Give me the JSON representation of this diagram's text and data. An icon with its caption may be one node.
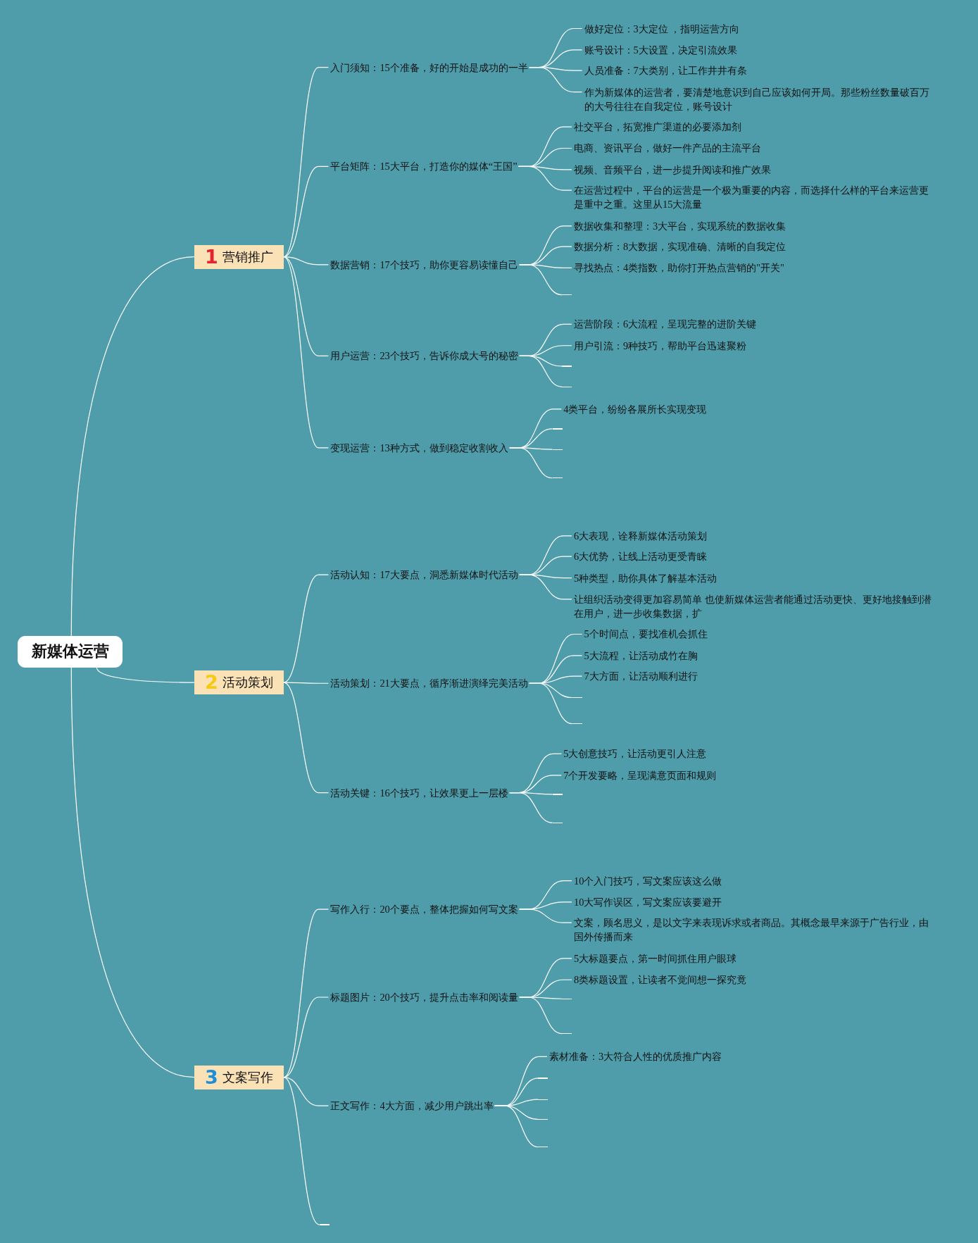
{
  "diagram": {
    "nodes": [
      {
        "text": [
          "新媒体运营"
        ]
      },
      {
        "text": [
          "1",
          "营销推广"
        ]
      },
      {
        "text": [
          "入门须知：15个准备，好的开始是成功的一半"
        ]
      },
      {
        "text": [
          "做好定位：3大定位 ，指明运营方向"
        ]
      },
      {
        "text": [
          "账号设计：5大设置，决定引流效果"
        ]
      },
      {
        "text": [
          "人员准备：7大类别，让工作井井有条"
        ]
      },
      {
        "text": [
          "作为新媒体的运营者，要清楚地意识到自己应该如何开局。那些粉丝数量破百万的大号往往在自我定位，账号设计"
        ]
      },
      {
        "text": [
          "平台矩阵：15大平台，打造你的媒体“王国”"
        ]
      },
      {
        "text": [
          "社交平台，拓宽推广渠道的必要添加剂"
        ]
      },
      {
        "text": [
          "电商、资讯平台，做好一件产品的主流平台"
        ]
      },
      {
        "text": [
          "视频、音频平台，进一步提升阅读和推广效果"
        ]
      },
      {
        "text": [
          "在运营过程中，平台的运营是一个极为重要的内容，而选择什么样的平台来运营更是重中之重。这里从15大流量"
        ]
      },
      {
        "text": [
          "数据营销：17个技巧，助你更容易读懂自己"
        ]
      },
      {
        "text": [
          "数据收集和整理：3大平台，实现系统的数据收集"
        ]
      },
      {
        "text": [
          "数据分析：8大数据，实现准确、清晰的自我定位"
        ]
      },
      {
        "text": [
          "寻找热点：4类指数，助你打开热点营销的\"开关\""
        ]
      },
      {
        "text": [
          "用户运营：23个技巧，告诉你成大号的秘密"
        ]
      },
      {
        "text": [
          "运营阶段：6大流程，呈现完整的进阶关键"
        ]
      },
      {
        "text": [
          "用户引流：9种技巧，帮助平台迅速聚粉"
        ]
      },
      {
        "text": [
          "变现运营：13种方式，做到稳定收割收入"
        ]
      },
      {
        "text": [
          "4类平台，纷纷各展所长实现变现"
        ]
      },
      {
        "text": [
          "2",
          "活动策划"
        ]
      },
      {
        "text": [
          "活动认知：17大要点，洞悉新媒体时代活动"
        ]
      },
      {
        "text": [
          "6大表现，诠释新媒体活动策划"
        ]
      },
      {
        "text": [
          "6大优势，让线上活动更受青睐"
        ]
      },
      {
        "text": [
          "5种类型，助你具体了解基本活动"
        ]
      },
      {
        "text": [
          "让组织活动变得更加容易简单 也使新媒体运营者能通过活动更快、更好地接触到潜在用户，进一步收集数据，扩"
        ]
      },
      {
        "text": [
          "活动策划：21大要点，循序渐进演绎完美活动"
        ]
      },
      {
        "text": [
          "5个时间点，要找准机会抓住"
        ]
      },
      {
        "text": [
          "5大流程，让活动成竹在胸"
        ]
      },
      {
        "text": [
          "7大方面，让活动顺利进行"
        ]
      },
      {
        "text": [
          "活动关键：16个技巧，让效果更上一层楼"
        ]
      },
      {
        "text": [
          "5大创意技巧，让活动更引人注意"
        ]
      },
      {
        "text": [
          "7个开发要略，呈现满意页面和规则"
        ]
      },
      {
        "text": [
          "3",
          "文案写作"
        ]
      },
      {
        "text": [
          "写作入行：20个要点，整体把握如何写文案"
        ]
      },
      {
        "text": [
          "10个入门技巧，写文案应该这么做"
        ]
      },
      {
        "text": [
          "10大写作误区，写文案应该要避开"
        ]
      },
      {
        "text": [
          "文案，顾名思义，是以文字来表现诉求或者商品。其概念最早来源于广告行业，由国外传播而来"
        ]
      },
      {
        "text": [
          "标题图片：20个技巧，提升点击率和阅读量"
        ]
      },
      {
        "text": [
          "5大标题要点，第一时间抓住用户眼球"
        ]
      },
      {
        "text": [
          "8类标题设置，让读者不觉间想一探究竟"
        ]
      },
      {
        "text": [
          "正文写作：4大方面，减少用户跳出率"
        ]
      },
      {
        "text": [
          "素材准备：3大符合人性的优质推广内容"
        ]
      },
      {
        "text": [],
        "shape": "line"
      },
      {
        "text": [],
        "shape": "line"
      },
      {
        "text": [],
        "shape": "line"
      },
      {
        "text": [],
        "shape": "line"
      },
      {
        "text": [],
        "shape": "line"
      },
      {
        "text": [],
        "shape": "line"
      },
      {
        "text": [],
        "shape": "line"
      },
      {
        "text": [],
        "shape": "line"
      },
      {
        "text": [],
        "shape": "line"
      },
      {
        "text": [],
        "shape": "line"
      },
      {
        "text": [],
        "shape": "line"
      },
      {
        "text": [],
        "shape": "line"
      },
      {
        "text": [],
        "shape": "line"
      },
      {
        "text": [],
        "shape": "line"
      },
      {
        "text": [],
        "shape": "line"
      },
      {
        "text": [],
        "shape": "line"
      },
      {
        "text": [],
        "shape": "line"
      }
    ],
    "edges": [
      {
        "from": 0,
        "to": 1,
        "arrow": "none"
      },
      {
        "from": 0,
        "to": 21,
        "arrow": "none"
      },
      {
        "from": 0,
        "to": 34,
        "arrow": "none"
      },
      {
        "from": 1,
        "to": 2,
        "arrow": "none"
      },
      {
        "from": 1,
        "to": 7,
        "arrow": "none"
      },
      {
        "from": 1,
        "to": 12,
        "arrow": "none"
      },
      {
        "from": 1,
        "to": 16,
        "arrow": "none"
      },
      {
        "from": 1,
        "to": 19,
        "arrow": "none"
      },
      {
        "from": 2,
        "to": 3,
        "arrow": "none"
      },
      {
        "from": 2,
        "to": 4,
        "arrow": "none"
      },
      {
        "from": 2,
        "to": 5,
        "arrow": "none"
      },
      {
        "from": 2,
        "to": 6,
        "arrow": "none"
      },
      {
        "from": 7,
        "to": 8,
        "arrow": "none"
      },
      {
        "from": 7,
        "to": 9,
        "arrow": "none"
      },
      {
        "from": 7,
        "to": 10,
        "arrow": "none"
      },
      {
        "from": 7,
        "to": 11,
        "arrow": "none"
      },
      {
        "from": 12,
        "to": 13,
        "arrow": "none"
      },
      {
        "from": 12,
        "to": 14,
        "arrow": "none"
      },
      {
        "from": 12,
        "to": 15,
        "arrow": "none"
      },
      {
        "from": 12,
        "to": 44,
        "arrow": "none"
      },
      {
        "from": 16,
        "to": 17,
        "arrow": "none"
      },
      {
        "from": 16,
        "to": 18,
        "arrow": "none"
      },
      {
        "from": 16,
        "to": 45,
        "arrow": "none"
      },
      {
        "from": 16,
        "to": 46,
        "arrow": "none"
      },
      {
        "from": 19,
        "to": 20,
        "arrow": "none"
      },
      {
        "from": 19,
        "to": 47,
        "arrow": "none"
      },
      {
        "from": 19,
        "to": 48,
        "arrow": "none"
      },
      {
        "from": 19,
        "to": 49,
        "arrow": "none"
      },
      {
        "from": 21,
        "to": 22,
        "arrow": "none"
      },
      {
        "from": 21,
        "to": 27,
        "arrow": "none"
      },
      {
        "from": 21,
        "to": 31,
        "arrow": "none"
      },
      {
        "from": 22,
        "to": 23,
        "arrow": "none"
      },
      {
        "from": 22,
        "to": 24,
        "arrow": "none"
      },
      {
        "from": 22,
        "to": 25,
        "arrow": "none"
      },
      {
        "from": 22,
        "to": 26,
        "arrow": "none"
      },
      {
        "from": 27,
        "to": 28,
        "arrow": "none"
      },
      {
        "from": 27,
        "to": 29,
        "arrow": "none"
      },
      {
        "from": 27,
        "to": 30,
        "arrow": "none"
      },
      {
        "from": 27,
        "to": 50,
        "arrow": "none"
      },
      {
        "from": 27,
        "to": 51,
        "arrow": "none"
      },
      {
        "from": 31,
        "to": 32,
        "arrow": "none"
      },
      {
        "from": 31,
        "to": 33,
        "arrow": "none"
      },
      {
        "from": 31,
        "to": 52,
        "arrow": "none"
      },
      {
        "from": 31,
        "to": 53,
        "arrow": "none"
      },
      {
        "from": 34,
        "to": 35,
        "arrow": "none"
      },
      {
        "from": 34,
        "to": 39,
        "arrow": "none"
      },
      {
        "from": 34,
        "to": 42,
        "arrow": "none"
      },
      {
        "from": 34,
        "to": 60,
        "arrow": "none"
      },
      {
        "from": 35,
        "to": 36,
        "arrow": "none"
      },
      {
        "from": 35,
        "to": 37,
        "arrow": "none"
      },
      {
        "from": 35,
        "to": 38,
        "arrow": "none"
      },
      {
        "from": 39,
        "to": 40,
        "arrow": "none"
      },
      {
        "from": 39,
        "to": 41,
        "arrow": "none"
      },
      {
        "from": 39,
        "to": 54,
        "arrow": "none"
      },
      {
        "from": 39,
        "to": 55,
        "arrow": "none"
      },
      {
        "from": 42,
        "to": 43,
        "arrow": "none"
      },
      {
        "from": 42,
        "to": 56,
        "arrow": "none"
      },
      {
        "from": 42,
        "to": 57,
        "arrow": "none"
      },
      {
        "from": 42,
        "to": 58,
        "arrow": "none"
      },
      {
        "from": 42,
        "to": 59,
        "arrow": "none"
      }
    ]
  }
}
